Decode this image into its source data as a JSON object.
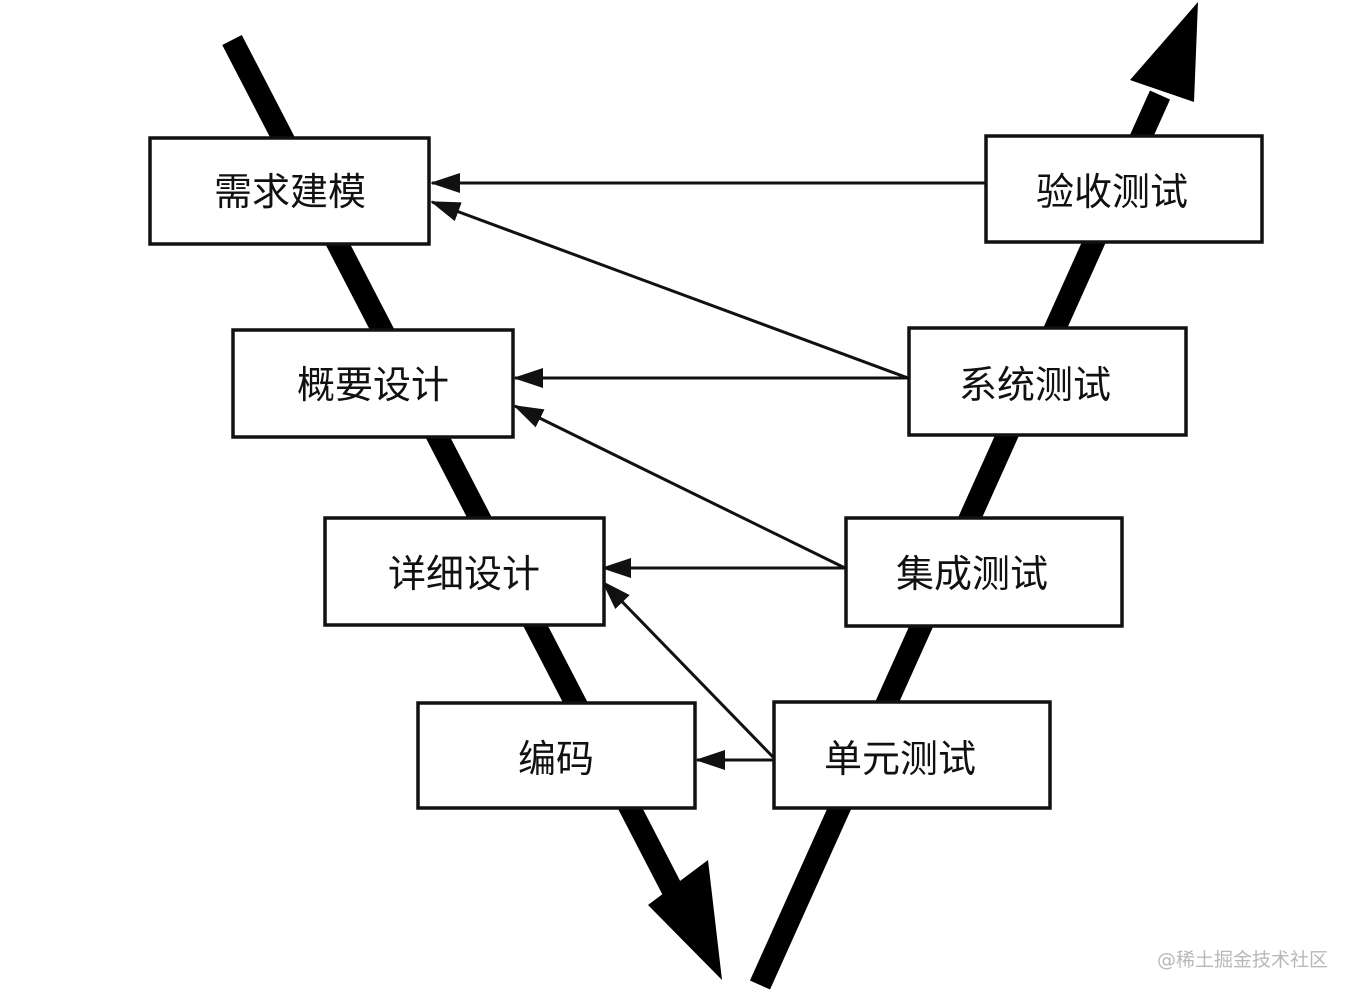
{
  "left_boxes": [
    {
      "label": "需求建模"
    },
    {
      "label": "概要设计"
    },
    {
      "label": "详细设计"
    },
    {
      "label": "编码"
    }
  ],
  "right_boxes": [
    {
      "label": "验收测试"
    },
    {
      "label": "系统测试"
    },
    {
      "label": "集成测试"
    },
    {
      "label": "单元测试"
    }
  ],
  "watermark": "@稀土掘金技术社区"
}
